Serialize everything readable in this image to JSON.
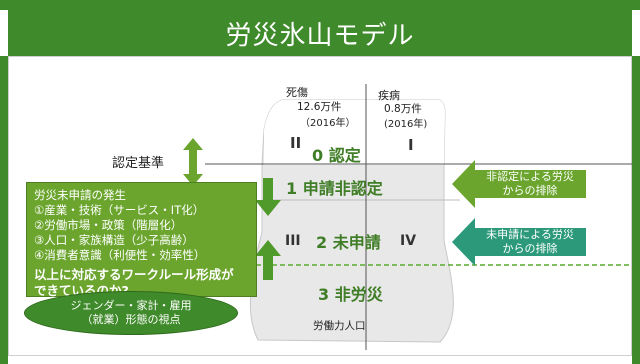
{
  "title": "労災氷山モデル",
  "columns": {
    "left": {
      "label": "死傷",
      "value": "12.6万件",
      "year": "（2016年）"
    },
    "right": {
      "label": "疾病",
      "value": "0.8万件",
      "year": "(2016年)"
    }
  },
  "nintei_kijun": "認定基準",
  "roman": {
    "ii": "II",
    "i": "I",
    "iii": "III",
    "iv": "IV"
  },
  "levels": {
    "l0": "0 認定",
    "l1": "1 申請非認定",
    "l2": "2 未申請",
    "l3": "3 非労災"
  },
  "labor_force": "労働力人口",
  "issues": {
    "heading": "労災未申請の発生",
    "items": [
      "①産業・技術（サービス・IT化）",
      "②労働市場・政策（階層化）",
      "③人口・家族構造（少子高齢）",
      "④消費者意識（利便性・効率性）"
    ],
    "question_1": "以上に対応するワークルール形成が",
    "question_2": "できているのか?"
  },
  "ellipse": {
    "line1": "ジェンダー・家計・雇用",
    "line2": "（就業）形態の視点"
  },
  "arrows": {
    "exclusion_1": {
      "line1": "非認定による労災",
      "line2": "からの排除"
    },
    "exclusion_2": {
      "line1": "未申請による労災",
      "line2": "からの排除"
    }
  },
  "colors": {
    "header_green": "#3f8a2a",
    "box_green": "#6ba52e",
    "level_green": "#3f7d26",
    "dashed_green": "#5aa92c",
    "arrow_green": "#6ba52e",
    "arrow_teal": "#2c9a7a"
  }
}
